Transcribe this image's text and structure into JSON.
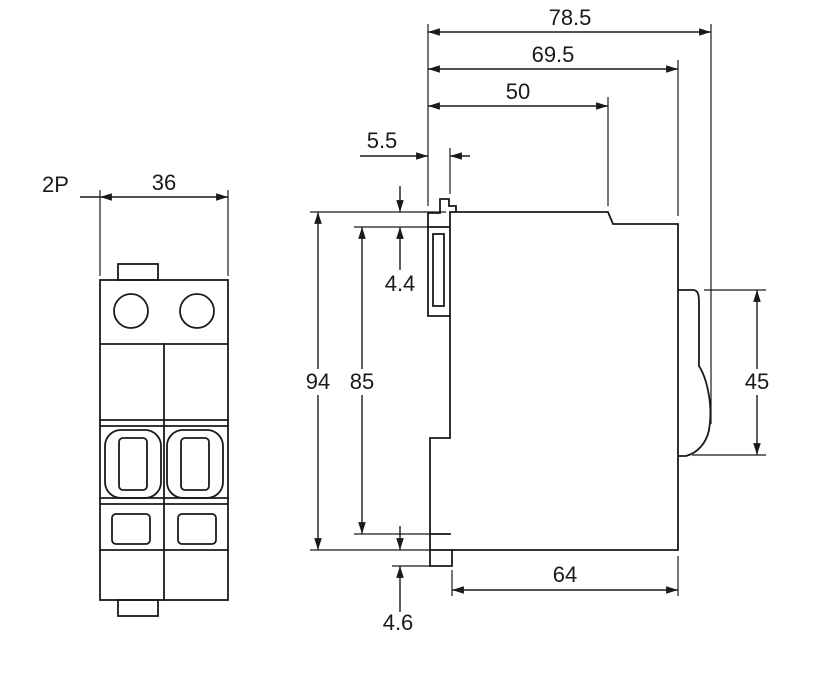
{
  "front_view": {
    "pole_label": "2P",
    "width": "36"
  },
  "side_view": {
    "overall_depth": "78.5",
    "depth_without_handle": "69.5",
    "front_face_depth": "50",
    "clip_protrusion": "5.5",
    "top_step": "4.4",
    "overall_height": "94",
    "rail_height": "85",
    "handle_zone_height": "45",
    "base_depth": "64",
    "bottom_step": "4.6"
  },
  "colors": {
    "line": "#1a1a1a",
    "background": "#ffffff"
  }
}
